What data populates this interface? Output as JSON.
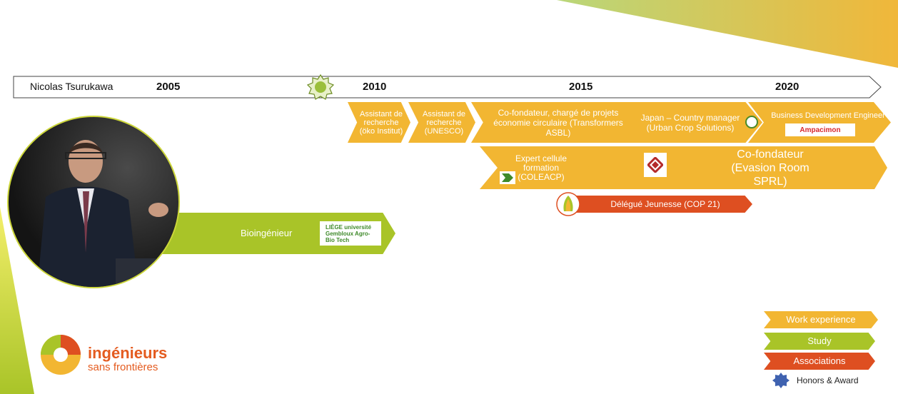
{
  "colors": {
    "work": "#f2b632",
    "study": "#a9c428",
    "assoc": "#de4f21",
    "honor": "#3f62b0"
  },
  "header": {
    "name": "Nicolas Tsurukawa",
    "years": [
      "2005",
      "2010",
      "2015",
      "2020"
    ]
  },
  "entries": {
    "assistant_oko": "Assistant de recherche (öko Institut)",
    "assistant_unesco": "Assistant de recherche (UNESCO)",
    "cofondateur_transformers": "Co-fondateur, chargé de projets économie circulaire (Transformers ASBL)",
    "japan": "Japan – Country manager (Urban Crop Solutions)",
    "bizdev": "Business Development Engineer",
    "ampacimon_logo": "Ampacimon",
    "expert": "Expert cellule formation (COLEACP)",
    "evasion": "Co-fondateur (Evasion Room SPRL)",
    "delegue": "Délégué Jeunesse (COP 21)",
    "bioingenieur": "Bioingénieur",
    "uliege_logo": "LIÈGE université Gembloux Agro-Bio Tech"
  },
  "legend": {
    "work": "Work experience",
    "study": "Study",
    "associations": "Associations",
    "honors": "Honors & Award"
  },
  "org_logo": {
    "line1": "ingénieurs",
    "line2": "sans frontières"
  }
}
